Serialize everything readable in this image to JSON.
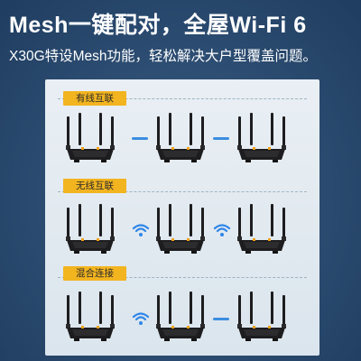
{
  "headline": "Mesh一键配对，全屋Wi-Fi 6",
  "subline": "X30G特设Mesh功能，轻松解决大户型覆盖问题。",
  "sections": [
    {
      "label": "有线互联",
      "connection": "wired"
    },
    {
      "label": "无线互联",
      "connection": "wireless"
    },
    {
      "label": "混合连接",
      "connection": "mixed"
    }
  ],
  "colors": {
    "background": "#2b4b70",
    "panel": "#e4ebf1",
    "label_bg": "#f2b41f",
    "link": "#3b8ee0",
    "router_body": "#1d1d1f"
  },
  "icons": [
    "router-icon",
    "wifi-icon",
    "wired-link-line"
  ]
}
